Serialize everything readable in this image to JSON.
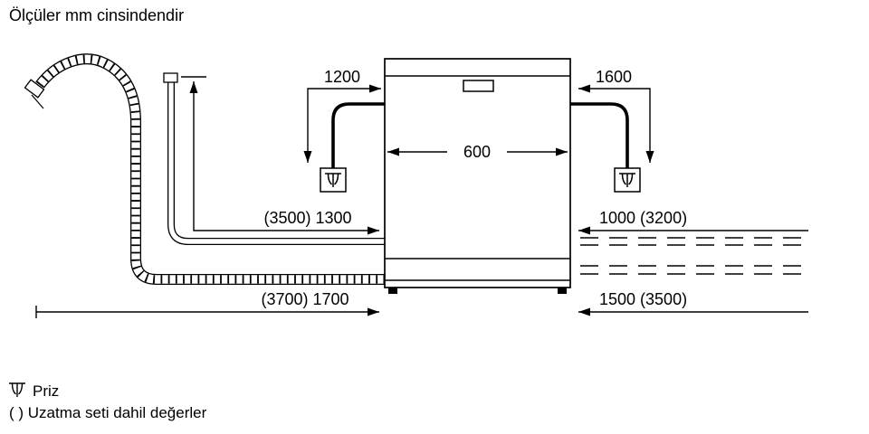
{
  "title": "Ölçüler mm cinsindendir",
  "dimensions": {
    "appliance_width": "600",
    "cable_left": "1200",
    "cable_right": "1600",
    "hose_left": "(3500) 1300",
    "hose_right": "1000 (3200)",
    "drain_left": "(3700) 1700",
    "drain_right": "1500 (3500)"
  },
  "legend": {
    "socket": "Priz",
    "note": "( ) Uzatma seti dahil değerler"
  },
  "colors": {
    "line": "#000000",
    "background": "#ffffff"
  }
}
